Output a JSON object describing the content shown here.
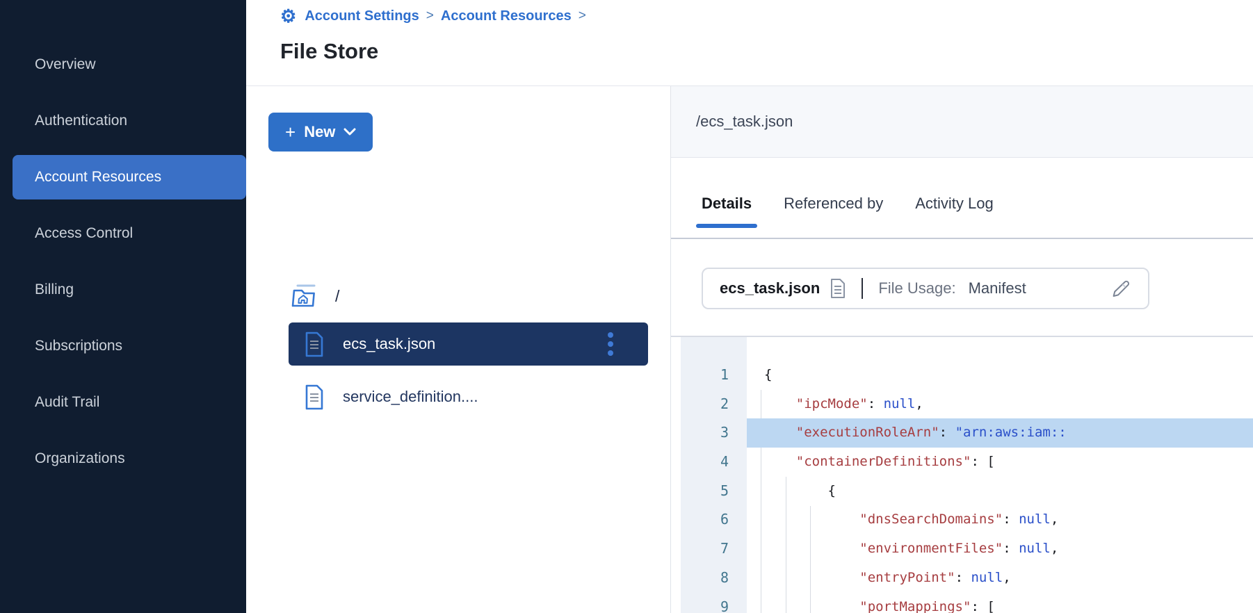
{
  "sidebar": {
    "items": [
      {
        "label": "Overview",
        "active": false
      },
      {
        "label": "Authentication",
        "active": false
      },
      {
        "label": "Account Resources",
        "active": true
      },
      {
        "label": "Access Control",
        "active": false
      },
      {
        "label": "Billing",
        "active": false
      },
      {
        "label": "Subscriptions",
        "active": false
      },
      {
        "label": "Audit Trail",
        "active": false
      },
      {
        "label": "Organizations",
        "active": false
      }
    ]
  },
  "header": {
    "breadcrumb": [
      "Account Settings",
      "Account Resources"
    ],
    "separator": ">",
    "title": "File Store"
  },
  "file_browser": {
    "new_button": {
      "plus": "+",
      "label": "New",
      "chevron": "⌄"
    },
    "root_label": "/",
    "files": [
      {
        "name": "ecs_task.json",
        "selected": true,
        "has_menu": true
      },
      {
        "name": "service_definition....",
        "selected": false,
        "has_menu": false
      }
    ]
  },
  "details_panel": {
    "path": "/ecs_task.json",
    "tabs": [
      {
        "label": "Details",
        "active": true
      },
      {
        "label": "Referenced by",
        "active": false
      },
      {
        "label": "Activity Log",
        "active": false
      }
    ],
    "file_info": {
      "name": "ecs_task.json",
      "usage_label": "File Usage:",
      "usage_value": "Manifest"
    }
  },
  "code": {
    "highlighted_line": 3,
    "lines": [
      {
        "n": 1,
        "tokens": [
          {
            "t": "{",
            "c": "pun"
          }
        ]
      },
      {
        "n": 2,
        "tokens": [
          {
            "t": "    ",
            "c": "pun"
          },
          {
            "t": "\"ipcMode\"",
            "c": "key"
          },
          {
            "t": ": ",
            "c": "pun"
          },
          {
            "t": "null",
            "c": "val"
          },
          {
            "t": ",",
            "c": "pun"
          }
        ]
      },
      {
        "n": 3,
        "tokens": [
          {
            "t": "    ",
            "c": "pun"
          },
          {
            "t": "\"executionRoleArn\"",
            "c": "key"
          },
          {
            "t": ": ",
            "c": "pun"
          },
          {
            "t": "\"arn:aws:iam::",
            "c": "val"
          }
        ]
      },
      {
        "n": 4,
        "tokens": [
          {
            "t": "    ",
            "c": "pun"
          },
          {
            "t": "\"containerDefinitions\"",
            "c": "key"
          },
          {
            "t": ": [",
            "c": "pun"
          }
        ]
      },
      {
        "n": 5,
        "tokens": [
          {
            "t": "        {",
            "c": "pun"
          }
        ]
      },
      {
        "n": 6,
        "tokens": [
          {
            "t": "            ",
            "c": "pun"
          },
          {
            "t": "\"dnsSearchDomains\"",
            "c": "key"
          },
          {
            "t": ": ",
            "c": "pun"
          },
          {
            "t": "null",
            "c": "val"
          },
          {
            "t": ",",
            "c": "pun"
          }
        ]
      },
      {
        "n": 7,
        "tokens": [
          {
            "t": "            ",
            "c": "pun"
          },
          {
            "t": "\"environmentFiles\"",
            "c": "key"
          },
          {
            "t": ": ",
            "c": "pun"
          },
          {
            "t": "null",
            "c": "val"
          },
          {
            "t": ",",
            "c": "pun"
          }
        ]
      },
      {
        "n": 8,
        "tokens": [
          {
            "t": "            ",
            "c": "pun"
          },
          {
            "t": "\"entryPoint\"",
            "c": "key"
          },
          {
            "t": ": ",
            "c": "pun"
          },
          {
            "t": "null",
            "c": "val"
          },
          {
            "t": ",",
            "c": "pun"
          }
        ]
      },
      {
        "n": 9,
        "tokens": [
          {
            "t": "            ",
            "c": "pun"
          },
          {
            "t": "\"portMappings\"",
            "c": "key"
          },
          {
            "t": ": [",
            "c": "pun"
          }
        ]
      }
    ]
  },
  "colors": {
    "accent_blue": "#2e6fce",
    "sidebar_bg": "#101d30",
    "sidebar_active_bg": "#3a70c6",
    "selected_row_bg": "#1c3562",
    "code_key": "#a63d40",
    "code_value": "#2a4fc9",
    "line_highlight": "#bcd7f2"
  }
}
